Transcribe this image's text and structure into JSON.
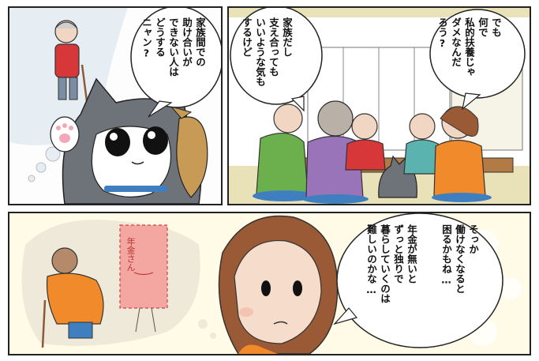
{
  "panels": {
    "cat_panel": {
      "dialogue": "家族間での\n助け合いが\nできない人は\nどうする\nニャン?"
    },
    "family_panel": {
      "dialogue_woman": "でも\n何で\n私的扶養じゃ\nダメなんだ\nろう?",
      "dialogue_family": "家族だし\n支え合っても\nいいような気も\nするけど"
    },
    "thinking_panel": {
      "pension_sign": "年金さん",
      "dialogue_left": "年金が無いと\nずっと独りで\n暮らしていくのは\n難しいのかな…",
      "dialogue_right": "そっか\n働けなくなると\n困るかもね…"
    }
  },
  "colors": {
    "border": "#222222",
    "woman_shirt": "#f08a2a",
    "woman_hair": "#9a5a35",
    "grandma_sweater": "#9a74b8",
    "grandpa_shirt": "#6bb04d",
    "old_man_sweater": "#d8373a",
    "tatami": "#e9e2b8",
    "cushion": "#3f7fc0",
    "cat_gray": "#6e7379",
    "panel3_bg": "#fffbe6",
    "pension_card": "#f3a7a0"
  }
}
